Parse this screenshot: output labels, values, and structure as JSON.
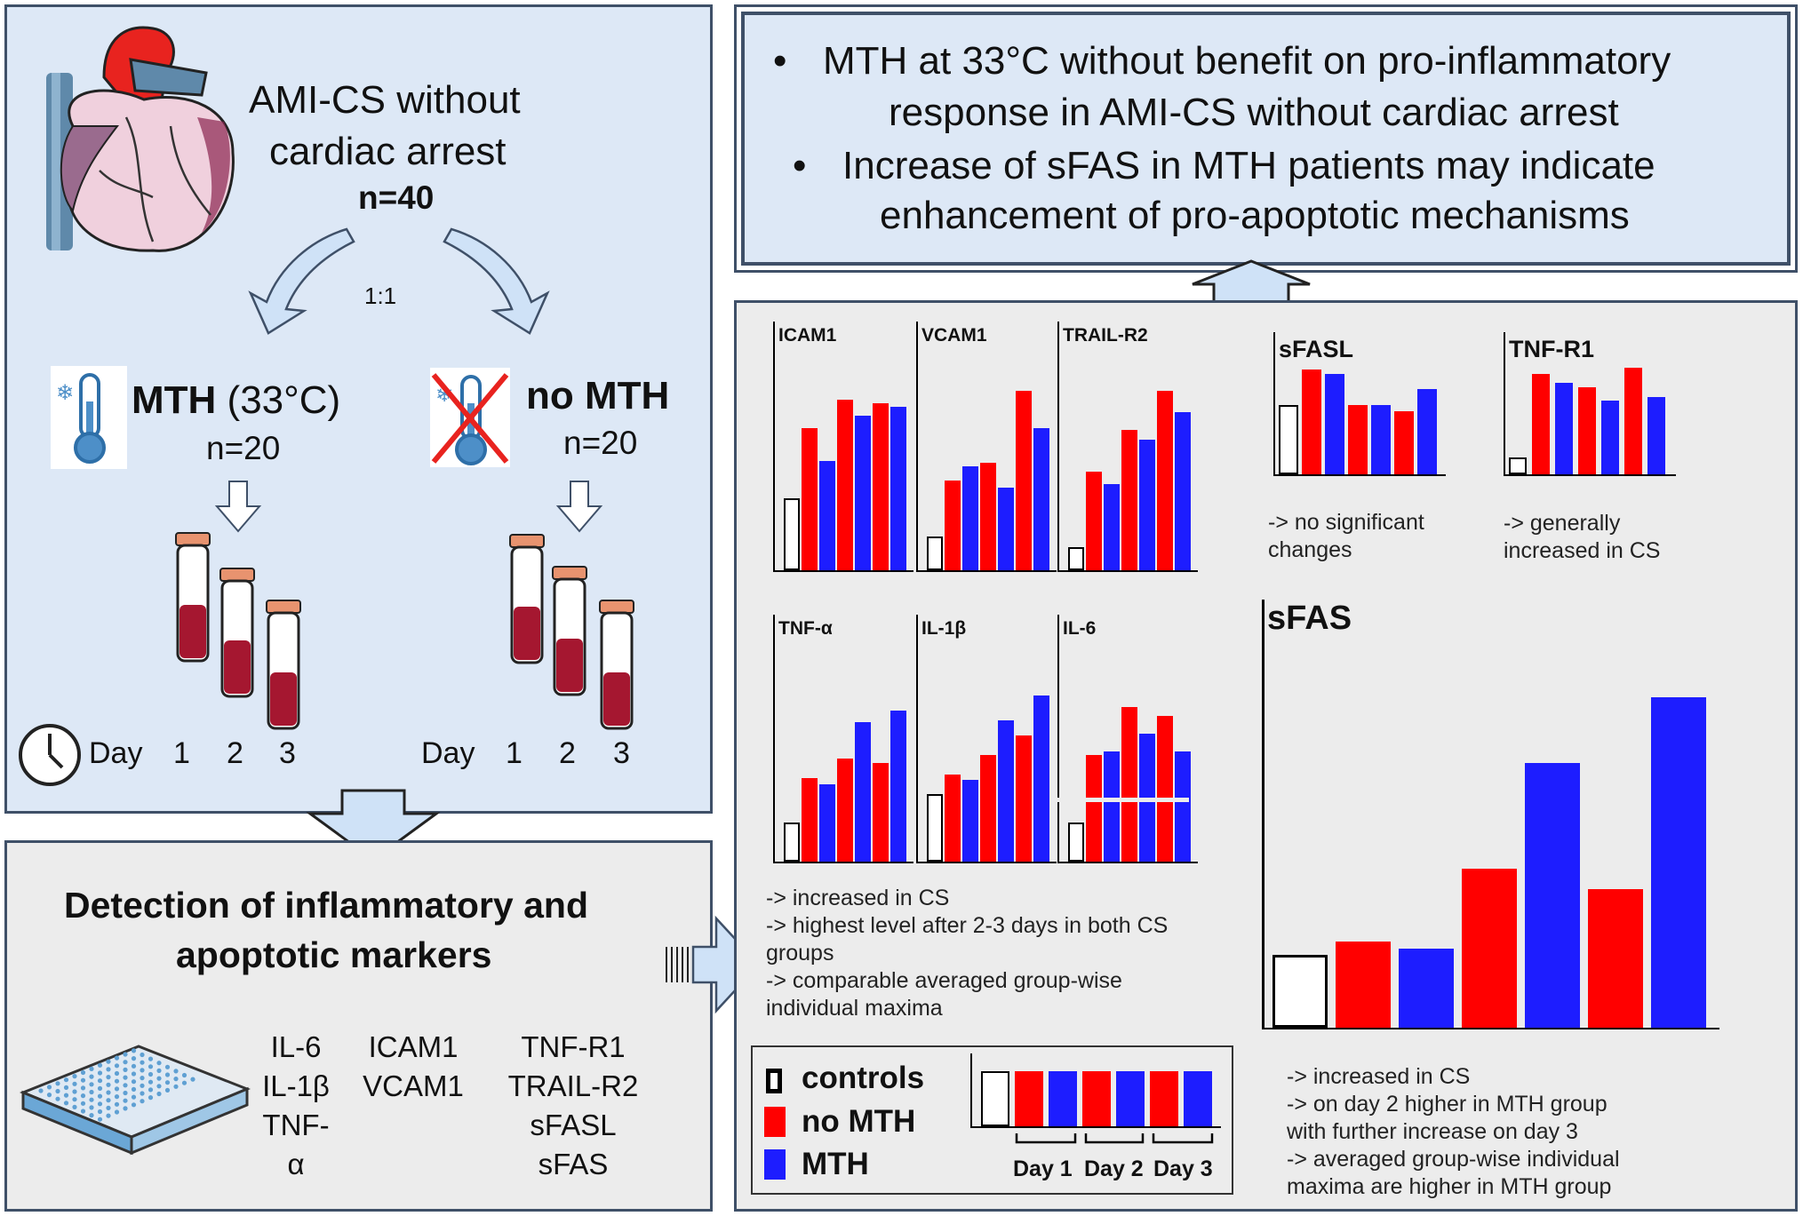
{
  "colors": {
    "light_blue_panel": "#dde8f6",
    "gray_panel": "#ececec",
    "border": "#3f5068",
    "no_mth": "#ff0000",
    "mth": "#1d1dff",
    "control": "#ffffff",
    "arrow_fill": "#cfe2f7"
  },
  "study": {
    "heading_line1": "AMI-CS without",
    "heading_line2": "cardiac arrest",
    "n_total": "n=40",
    "ratio": "1:1",
    "mth_label": "MTH",
    "mth_temp": "(33°C)",
    "mth_n": "n=20",
    "nomth_label": "no MTH",
    "nomth_n": "n=20",
    "day_word": "Day",
    "days": [
      "1",
      "2",
      "3"
    ],
    "icons": [
      "heart-icon",
      "thermometer-icon",
      "crossed-thermometer-icon",
      "blood-tube-icon",
      "clock-icon",
      "well-plate-icon"
    ]
  },
  "conclusions": [
    {
      "line1": "MTH at 33°C without benefit on pro-inflammatory",
      "line2": "response in AMI-CS without cardiac arrest"
    },
    {
      "line1": "Increase of sFAS in MTH patients may indicate",
      "line2": "enhancement of pro-apoptotic mechanisms"
    }
  ],
  "detection": {
    "title_line1": "Detection of inflammatory and",
    "title_line2": "apoptotic markers",
    "markers_col1": [
      "IL-6",
      "IL-1β",
      "TNF-α"
    ],
    "markers_col2": [
      "ICAM1",
      "VCAM1"
    ],
    "markers_col3": [
      "TNF-R1",
      "TRAIL-R2",
      "sFASL",
      "sFAS"
    ]
  },
  "chart_data": [
    {
      "type": "bar",
      "title": "ICAM1",
      "categories": [
        "controls",
        "Day 1",
        "Day 1",
        "Day 2",
        "Day 2",
        "Day 3",
        "Day 3"
      ],
      "values": [
        40,
        79,
        61,
        95,
        86,
        93,
        91
      ]
    },
    {
      "type": "bar",
      "title": "VCAM1",
      "categories": [
        "controls",
        "Day 1",
        "Day 1",
        "Day 2",
        "Day 2",
        "Day 3",
        "Day 3"
      ],
      "values": [
        19,
        50,
        58,
        60,
        46,
        100,
        79
      ]
    },
    {
      "type": "bar",
      "title": "TRAIL-R2",
      "categories": [
        "controls",
        "Day 1",
        "Day 1",
        "Day 2",
        "Day 2",
        "Day 3",
        "Day 3"
      ],
      "values": [
        13,
        55,
        48,
        78,
        73,
        100,
        88
      ]
    },
    {
      "type": "bar",
      "title": "sFASL",
      "categories": [
        "controls",
        "Day 1",
        "Day 1",
        "Day 2",
        "Day 2",
        "Day 3",
        "Day 3"
      ],
      "values": [
        65,
        98,
        94,
        65,
        65,
        59,
        80
      ]
    },
    {
      "type": "bar",
      "title": "TNF-R1",
      "categories": [
        "controls",
        "Day 1",
        "Day 1",
        "Day 2",
        "Day 2",
        "Day 3",
        "Day 3"
      ],
      "values": [
        17,
        100,
        91,
        87,
        73,
        106,
        77
      ]
    },
    {
      "type": "bar",
      "title": "TNF-α",
      "categories": [
        "controls",
        "Day 1",
        "Day 1",
        "Day 2",
        "Day 2",
        "Day 3",
        "Day 3"
      ],
      "values": [
        20,
        43,
        40,
        53,
        72,
        51,
        78
      ]
    },
    {
      "type": "bar",
      "title": "IL-1β",
      "categories": [
        "controls",
        "Day 1",
        "Day 1",
        "Day 2",
        "Day 2",
        "Day 3",
        "Day 3"
      ],
      "values": [
        35,
        45,
        42,
        55,
        73,
        65,
        86
      ]
    },
    {
      "type": "bar",
      "title": "IL-6",
      "categories": [
        "controls",
        "Day 1",
        "Day 1",
        "Day 2",
        "Day 2",
        "Day 3",
        "Day 3"
      ],
      "values": [
        20,
        55,
        57,
        80,
        66,
        75,
        57
      ]
    },
    {
      "type": "bar",
      "title": "sFAS",
      "categories": [
        "controls",
        "Day 1",
        "Day 1",
        "Day 2",
        "Day 2",
        "Day 3",
        "Day 3"
      ],
      "values": [
        22,
        26,
        24,
        48,
        80,
        42,
        100
      ]
    }
  ],
  "notes": {
    "top_left": "-> increased in CS\n-> highest level after 2-3 days in both CS\ngroups\n-> comparable averaged group-wise\nindividual maxima",
    "sfasl": "-> no significant\nchanges",
    "tnfr1": "-> generally\nincreased in CS",
    "sfas": "-> increased in CS\n-> on day 2 higher in MTH group\nwith further increase on day 3\n-> averaged group-wise individual\nmaxima are higher in MTH group"
  },
  "legend": {
    "controls": "controls",
    "no_mth": "no MTH",
    "mth": "MTH",
    "day_labels": [
      "Day 1",
      "Day 2",
      "Day 3"
    ]
  }
}
